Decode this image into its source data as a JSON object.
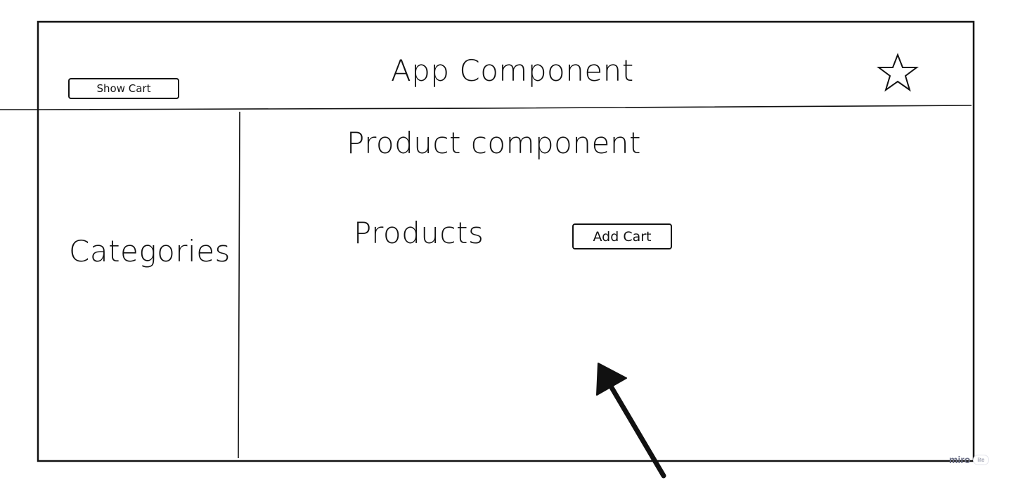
{
  "header": {
    "title": "App Component",
    "show_cart_label": "Show Cart",
    "favorite_icon": "star-icon"
  },
  "sidebar": {
    "label": "Categories"
  },
  "main": {
    "title": "Product component",
    "products_label": "Products",
    "add_cart_label": "Add Cart",
    "pointer_icon": "arrow-icon"
  },
  "branding": {
    "logo": "miro",
    "plan_badge": "lite"
  },
  "colors": {
    "stroke": "#111111",
    "background": "#ffffff"
  }
}
